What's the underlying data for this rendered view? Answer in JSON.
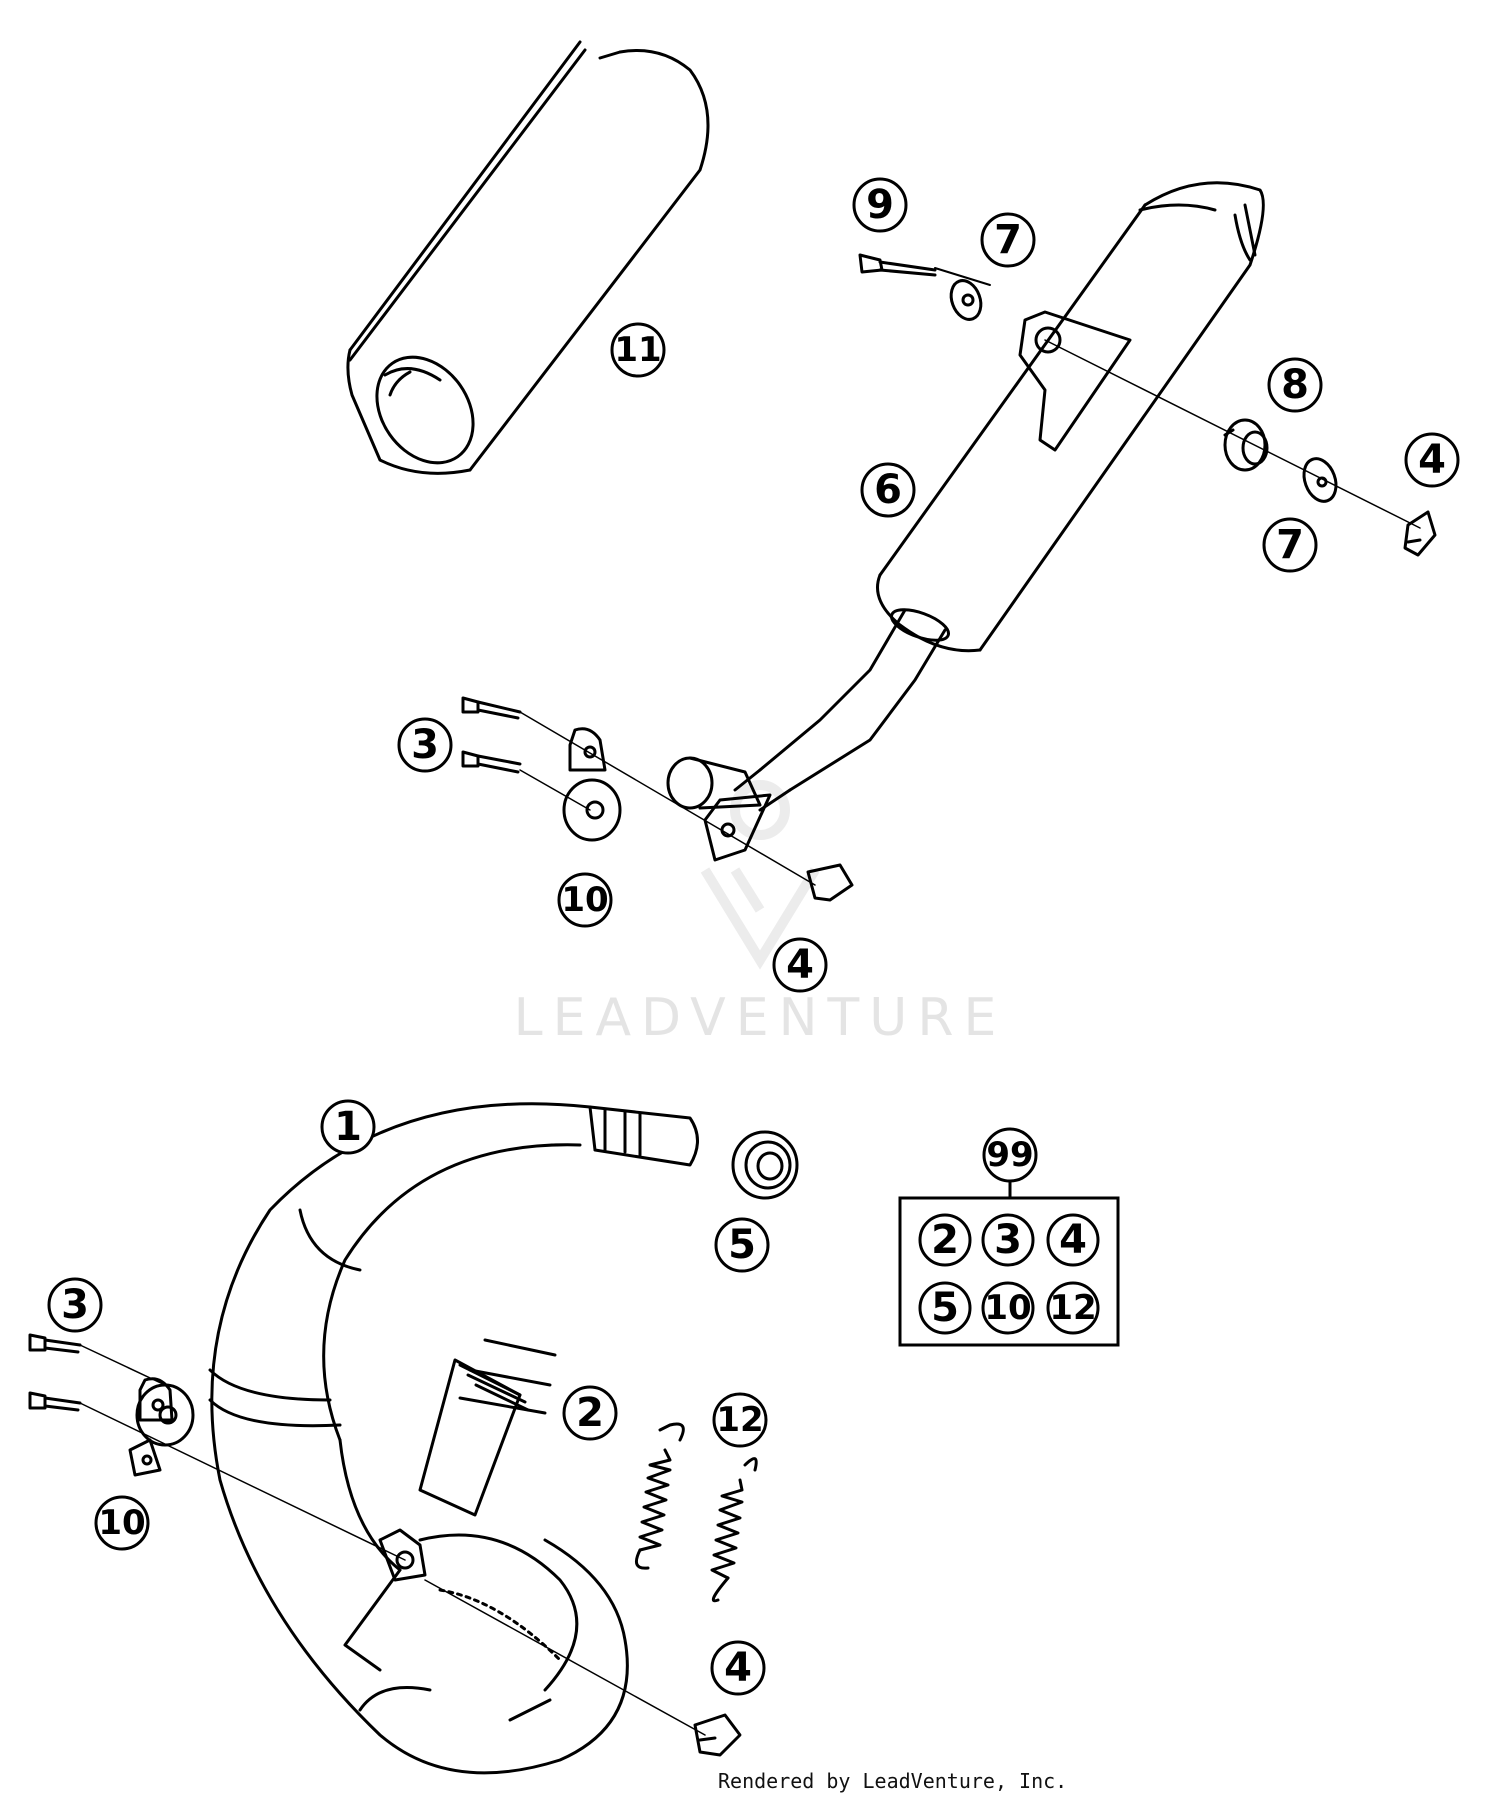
{
  "watermark": "LEADVENTURE",
  "footer": "Rendered by LeadVenture, Inc.",
  "callouts": {
    "c11": "11",
    "c9": "9",
    "c7a": "7",
    "c8": "8",
    "c4a": "4",
    "c6": "6",
    "c7b": "7",
    "c3a": "3",
    "c10a": "10",
    "c4b": "4",
    "c1": "1",
    "c5": "5",
    "c3b": "3",
    "c2": "2",
    "c12": "12",
    "c10b": "10",
    "c4c": "4"
  },
  "kit": {
    "label": "99",
    "items": [
      "2",
      "3",
      "4",
      "5",
      "10",
      "12"
    ]
  }
}
